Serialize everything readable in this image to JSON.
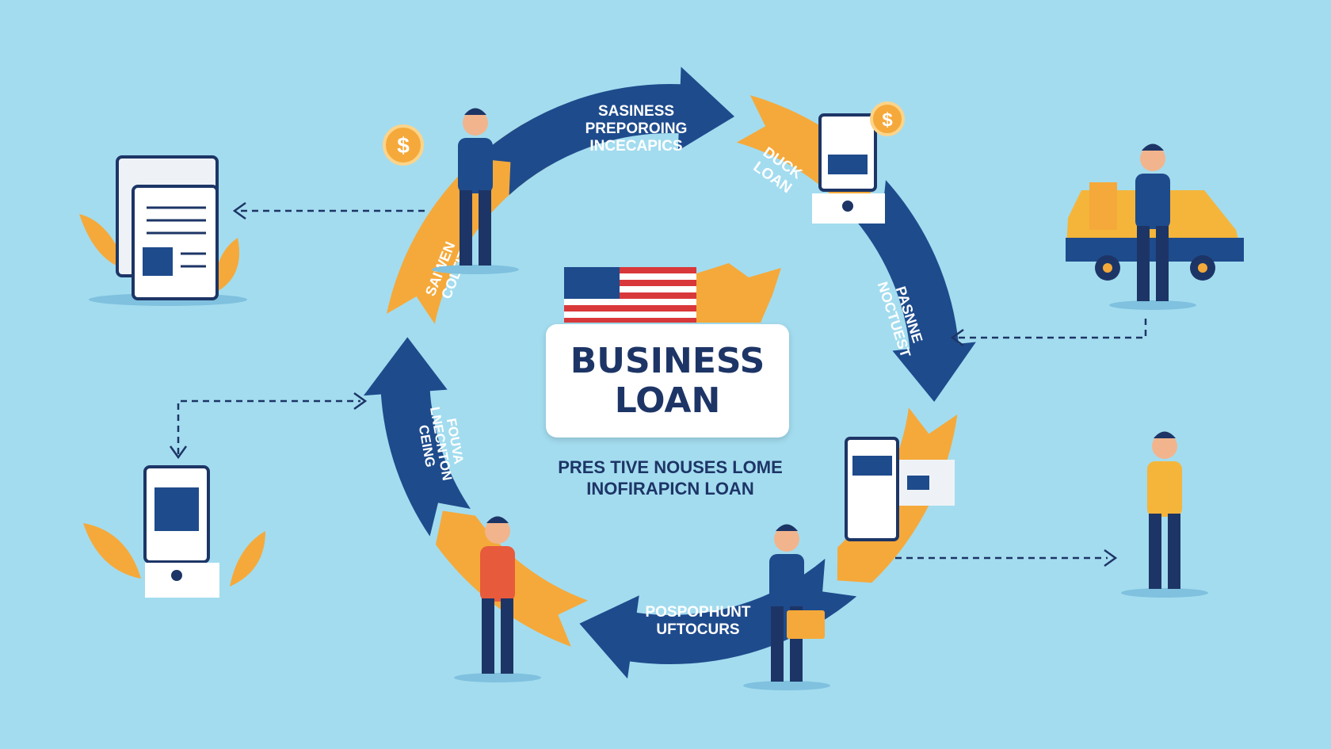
{
  "center": {
    "title_line1": "BUSINESS",
    "title_line2": "LOAN",
    "subtitle_line1": "PRES TIVE NOUSES LOME",
    "subtitle_line2": "INOFIRAPICN LOAN"
  },
  "cycle_labels": {
    "top": [
      "SASINESS",
      "PREPOROING",
      "INCECAPICS"
    ],
    "top_right": [
      "DUCK",
      "LOAN"
    ],
    "right": [
      "PASNNE",
      "NOCTUEST"
    ],
    "bottom": [
      "POSPOPHUNT",
      "UFTOCURS"
    ],
    "left": [
      "LNECNTON",
      "CEING",
      "FOUVA"
    ],
    "left_top": [
      "SAIWEN",
      "COLTIT"
    ]
  },
  "icons": {
    "coin": "$"
  },
  "colors": {
    "background": "#a3dcef",
    "blue": "#1e4b8c",
    "orange": "#f5a93a",
    "navy": "#1d3566"
  }
}
